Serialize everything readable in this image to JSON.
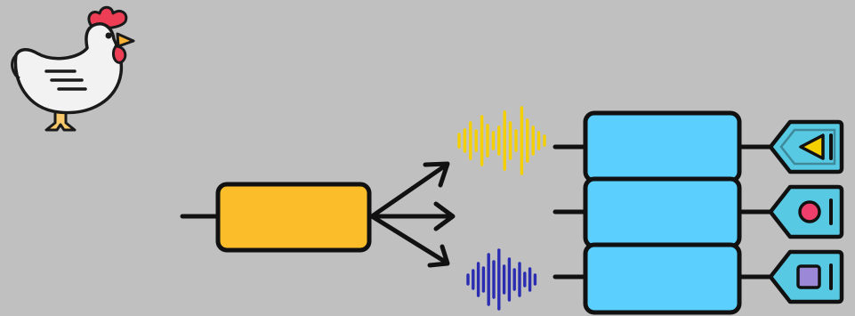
{
  "diagram": {
    "background": "#c0c0c0",
    "icons": {
      "source": "chicken-icon",
      "input_signal": "input-waveform-icon",
      "separator": "separator-box",
      "split_arrows": "split-arrows-icon",
      "output_tracks": [
        {
          "waveform": "yellow-waveform-icon",
          "box": "blue-processor-box",
          "tag": "play-tag-icon",
          "color": "#f5d000"
        },
        {
          "waveform": "pink-waveform-icon",
          "box": "blue-processor-box",
          "tag": "record-tag-icon",
          "color": "#f26f8a"
        },
        {
          "waveform": "navy-waveform-icon",
          "box": "blue-processor-box",
          "tag": "stop-tag-icon",
          "color": "#2a2db2"
        }
      ]
    },
    "colors": {
      "input_gradient_top": "#2ec6f2",
      "input_gradient_bottom": "#4a6fd8",
      "separator_fill": "#fbbe2a",
      "processor_fill": "#5bd0ff",
      "tag_fill": "#57c9e3",
      "outline": "#111111",
      "play_symbol": "#f5d000",
      "record_symbol": "#ee3e6b",
      "stop_symbol": "#9b88d6"
    }
  }
}
